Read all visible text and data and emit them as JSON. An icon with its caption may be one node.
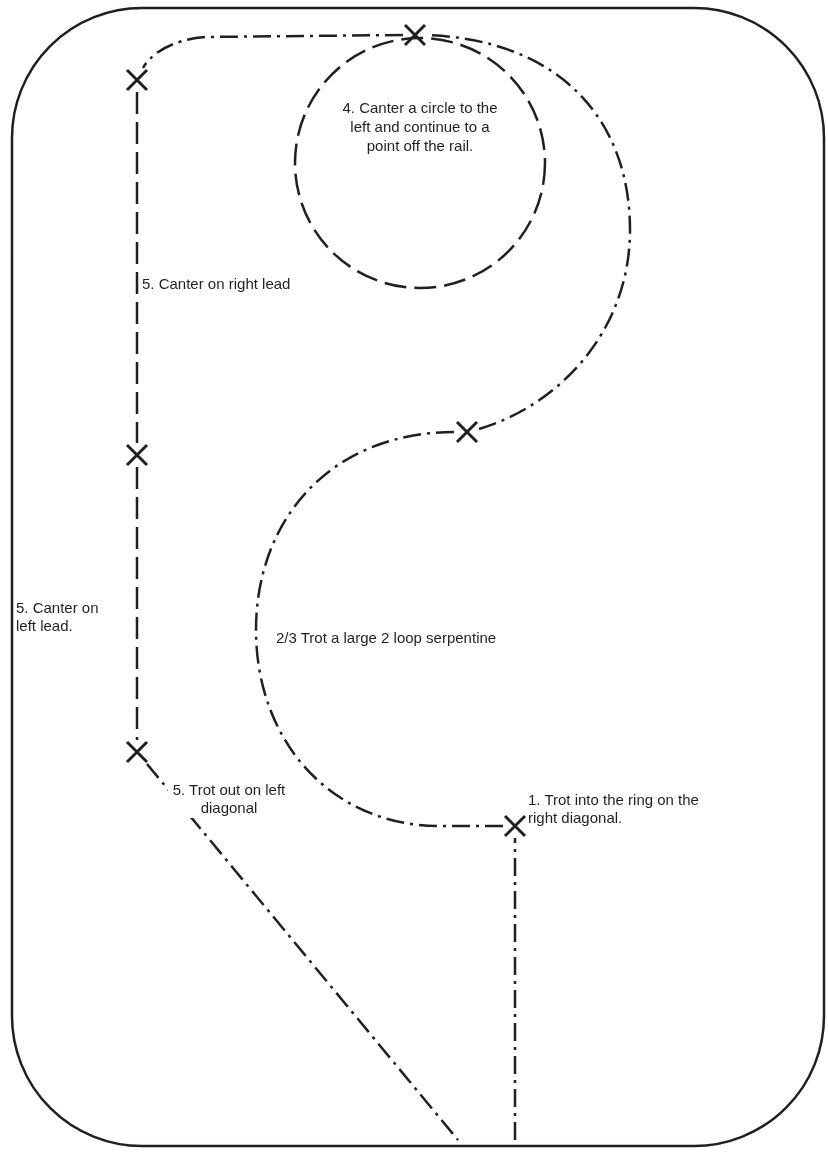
{
  "diagram": {
    "nodes": [
      {
        "text": [],
        "shape": "cross"
      },
      {
        "text": [],
        "shape": "cross"
      },
      {
        "text": [
          "4. Canter a circle to the left and continue to a point off the rail."
        ]
      },
      {
        "text": [],
        "shape": "cross"
      },
      {
        "text": [],
        "shape": "cross"
      },
      {
        "text": [],
        "shape": "cross"
      },
      {
        "text": [],
        "shape": "cross"
      }
    ],
    "edges": [
      {
        "from": null,
        "to": 6,
        "arrow": "none",
        "label": "1. Trot into the ring on the right diagonal."
      },
      {
        "from": 6,
        "to": 3,
        "arrow": "none",
        "label": "2/3 Trot a large 2 loop serpentine"
      },
      {
        "from": 3,
        "to": 0,
        "arrow": "none"
      },
      {
        "from": 0,
        "to": 1,
        "arrow": "none"
      },
      {
        "from": 1,
        "to": 4,
        "arrow": "none",
        "style": "dashed",
        "label": "5. Canter on right lead"
      },
      {
        "from": 4,
        "to": 5,
        "arrow": "none",
        "style": "dashed",
        "label": "5. Canter on left lead."
      },
      {
        "from": 5,
        "to": null,
        "arrow": "none",
        "label": "5. Trot out on left diagonal"
      }
    ]
  }
}
